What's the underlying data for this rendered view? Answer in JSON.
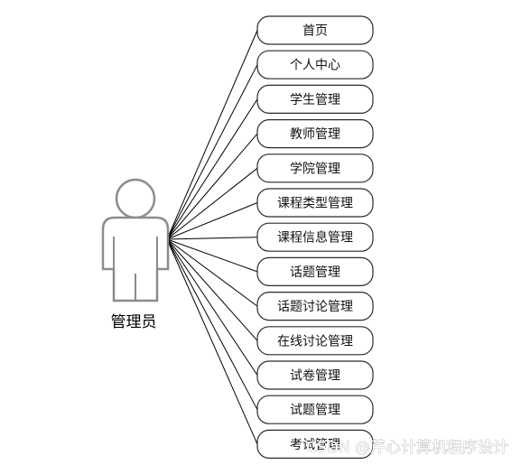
{
  "actor": {
    "label": "管理员"
  },
  "use_cases": [
    {
      "label": "首页"
    },
    {
      "label": "个人中心"
    },
    {
      "label": "学生管理"
    },
    {
      "label": "教师管理"
    },
    {
      "label": "学院管理"
    },
    {
      "label": "课程类型管理"
    },
    {
      "label": "课程信息管理"
    },
    {
      "label": "话题管理"
    },
    {
      "label": "话题讨论管理"
    },
    {
      "label": "在线讨论管理"
    },
    {
      "label": "试卷管理"
    },
    {
      "label": "试题管理"
    },
    {
      "label": "考试管理"
    }
  ],
  "watermark": {
    "text": "CSDN @芹心计算机程序设计"
  },
  "colors": {
    "line": "#000000",
    "box_stroke": "#2b2b2b",
    "actor_stroke": "#8c8c8c",
    "actor_fill": "#ffffff"
  }
}
